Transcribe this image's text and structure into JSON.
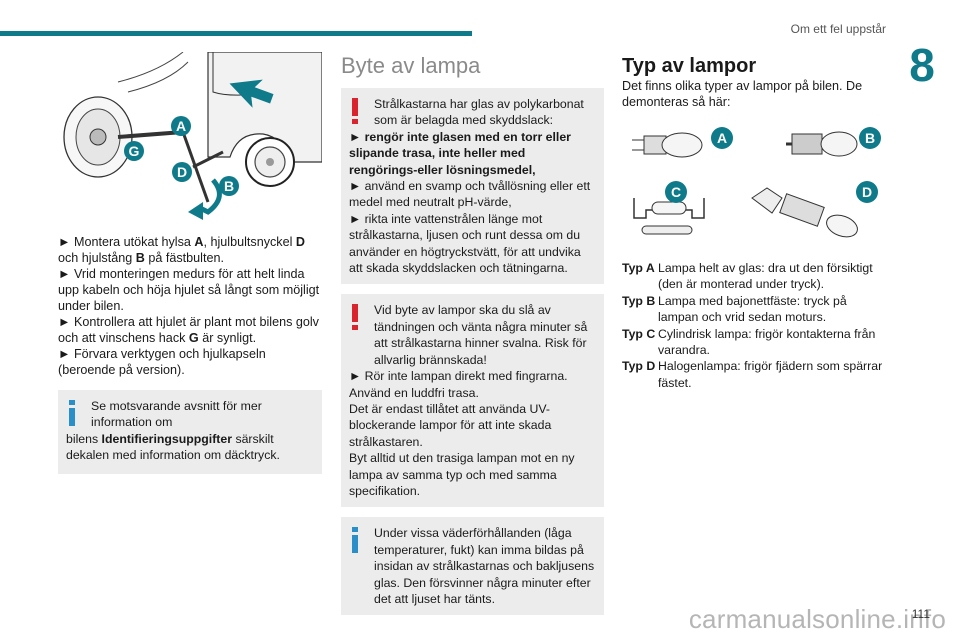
{
  "header": {
    "section_title": "Om ett fel uppstår",
    "chapter_number": "8",
    "accent_color": "#0e7a8a"
  },
  "col1": {
    "figure_labels": [
      "A",
      "G",
      "D",
      "B"
    ],
    "steps": [
      {
        "pre": "► Montera utökat hylsa ",
        "b1": "A",
        "mid": ", hjulbultsnyckel ",
        "b2": "D",
        "mid2": " och hjulstång ",
        "b3": "B",
        "post": " på fästbulten."
      },
      "► Vrid monteringen medurs för att helt linda upp kabeln och höja hjulet så långt som möjligt under bilen.",
      {
        "pre": "► Kontrollera att hjulet är plant mot bilens golv och att vinschens hack ",
        "b": "G",
        "post": " är synligt."
      },
      "► Förvara verktygen och hjulkapseln (beroende på version)."
    ],
    "info_box": {
      "text1": "Se motsvarande avsnitt för mer information om",
      "text2_pre": "bilens ",
      "text2_bold": "Identifieringsuppgifter",
      "text2_post": " särskilt dekalen med information om däcktryck."
    }
  },
  "col2": {
    "heading": "Byte av lampa",
    "warn1": {
      "intro": "Strålkastarna har glas av polykarbonat som är belagda med skyddslack:",
      "bold": "► rengör inte glasen med en torr eller slipande trasa, inte heller med rengörings-eller lösningsmedel,",
      "lines": [
        "► använd en svamp och tvållösning eller ett medel med neutralt pH-värde,",
        "► rikta inte vattenstrålen länge mot strålkastarna, ljusen och runt dessa om du använder en högtryckstvätt, för att undvika att skada skyddslacken och tätningarna."
      ]
    },
    "warn2": {
      "intro": "Vid byte av lampor ska du slå av tändningen och vänta några minuter så att strålkastarna hinner svalna. Risk för allvarlig brännskada!",
      "lines": [
        "► Rör inte lampan direkt med fingrarna. Använd en luddfri trasa.",
        "Det är endast tillåtet att använda UV-blockerande lampor för att inte skada strålkastaren.",
        "Byt alltid ut den trasiga lampan mot en ny lampa av samma typ och med samma specifikation."
      ]
    },
    "info": {
      "text": "Under vissa väderförhållanden (låga temperaturer, fukt) kan imma bildas på insidan av strålkastarnas och bakljusens glas. Den försvinner några minuter efter det att ljuset har tänts."
    }
  },
  "col3": {
    "heading": "Typ av lampor",
    "intro": "Det finns olika typer av lampor på bilen. De demonteras så här:",
    "lamp_labels": [
      "A",
      "B",
      "C",
      "D"
    ],
    "types": [
      {
        "label": "Typ A",
        "text": "Lampa helt av glas: dra ut den försiktigt (den är monterad under tryck)."
      },
      {
        "label": "Typ B",
        "text": "Lampa med bajonettfäste: tryck på lampan och vrid sedan moturs."
      },
      {
        "label": "Typ C",
        "text": "Cylindrisk lampa: frigör kontakterna från varandra."
      },
      {
        "label": "Typ D",
        "text": "Halogenlampa: frigör fjädern som spärrar fästet."
      }
    ]
  },
  "footer": {
    "page_number": "111",
    "watermark": "carmanualsonline.info"
  }
}
